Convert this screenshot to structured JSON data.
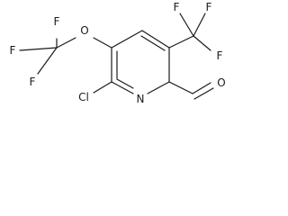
{
  "molecule": {
    "atoms": {
      "O_ether": "O",
      "F_left_top": "F",
      "F_left_mid": "F",
      "F_left_bottom": "F",
      "F_right_top_left": "F",
      "F_right_top_right": "F",
      "F_right_mid": "F",
      "N_ring": "N",
      "Cl": "Cl",
      "O_aldehyde": "O"
    }
  }
}
